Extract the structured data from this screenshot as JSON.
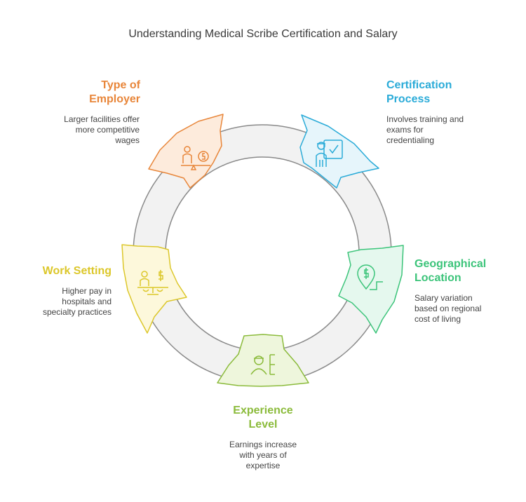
{
  "title": "Understanding Medical Scribe Certification and Salary",
  "colors": {
    "ring_fill": "#f2f2f2",
    "ring_stroke": "#8a8a8a",
    "employer": "#e8863a",
    "certification": "#2aabd8",
    "geographical": "#3cc47a",
    "experience": "#8bbb3b",
    "work_setting": "#dcc72a"
  },
  "segments": [
    {
      "key": "employer",
      "icon": "person-coin-scale-icon",
      "title_lines": [
        "Type of",
        "Employer"
      ],
      "desc_lines": [
        "Larger facilities offer",
        "more competitive",
        "wages"
      ]
    },
    {
      "key": "certification",
      "icon": "worker-checklist-icon",
      "title_lines": [
        "Certification",
        "Process"
      ],
      "desc_lines": [
        "Involves training and",
        "exams for",
        "credentialing"
      ]
    },
    {
      "key": "geographical",
      "icon": "location-dollar-icon",
      "title_lines": [
        "Geographical",
        "Location"
      ],
      "desc_lines": [
        "Salary variation",
        "based on regional",
        "cost of living"
      ]
    },
    {
      "key": "experience",
      "icon": "worker-ladder-icon",
      "title_lines": [
        "Experience",
        "Level"
      ],
      "desc_lines": [
        "Earnings increase",
        "with years of",
        "expertise"
      ]
    },
    {
      "key": "work_setting",
      "icon": "people-dollar-scale-icon",
      "title_lines": [
        "Work Setting"
      ],
      "desc_lines": [
        "Higher pay in",
        "hospitals and",
        "specialty practices"
      ]
    }
  ]
}
